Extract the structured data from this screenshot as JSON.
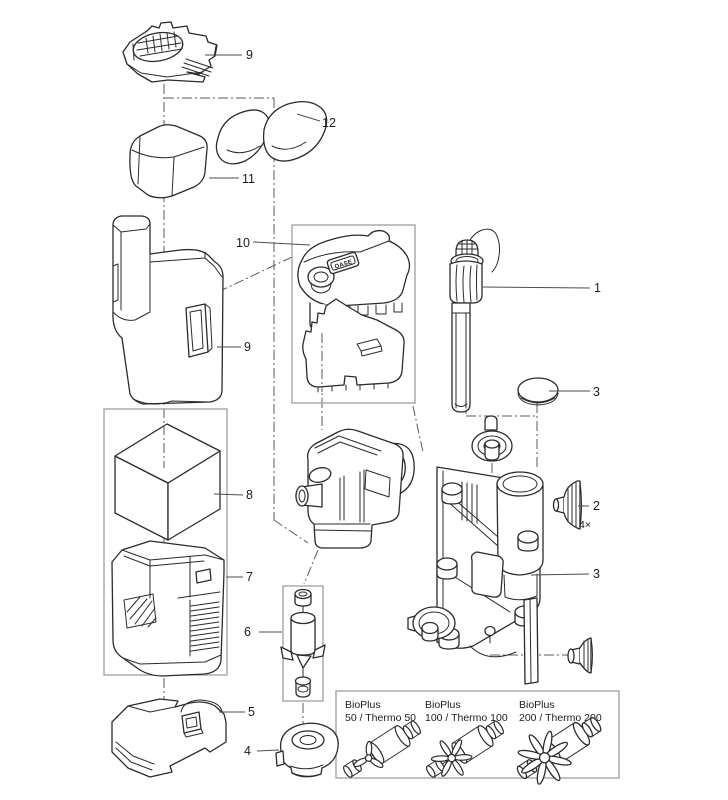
{
  "colors": {
    "line": "#2b2b2b",
    "leader": "#4d4d4d",
    "dash_line": "#5a5a5a",
    "frame_border": "#a6a6a6",
    "label_text": "#1c1c1c",
    "background": "#ffffff"
  },
  "callouts": {
    "lid": "9",
    "foam_pads": "12",
    "coarse_foam": "11",
    "pump_top": "10",
    "heater": "1",
    "housing": "9",
    "cap": "3",
    "filter_foam": "8",
    "suction_cup": "2",
    "suction_cup_qty": "4×",
    "container": "7",
    "bracket": "3",
    "rotor": "6",
    "bottom_tray": "5",
    "pump_cover": "4"
  },
  "badge": {
    "text": "OASE"
  },
  "variant_table": {
    "items": [
      {
        "name": "BioPlus",
        "model": "50 / Thermo 50"
      },
      {
        "name": "BioPlus",
        "model": "100 / Thermo 100"
      },
      {
        "name": "BioPlus",
        "model": "200 / Thermo 200"
      }
    ]
  }
}
